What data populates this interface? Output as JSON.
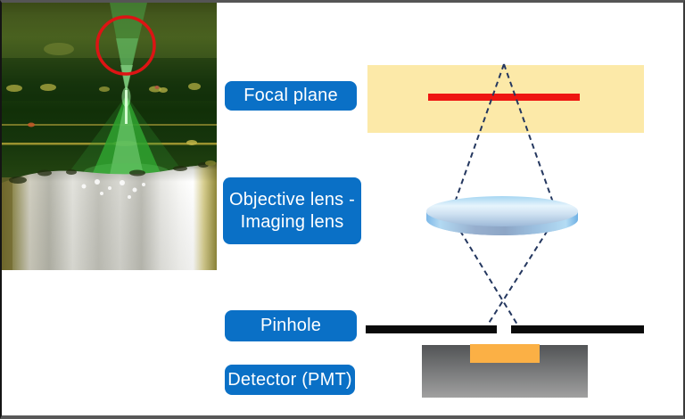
{
  "slide": {
    "description": "Confocal microscope principle: photo of focused laser beam and optical path schematic",
    "border_color": "#3a3a3a",
    "background": "#ffffff"
  },
  "photo": {
    "description": "Photograph of a green laser cone focused to a point above a polished metal cylinder",
    "highlight_circle_color": "#dd1414",
    "laser_beam_color": "#2fa22f"
  },
  "labels": {
    "focal_plane": "Focal plane",
    "objective_line1": "Objective lens -",
    "objective_line2": "Imaging lens",
    "pinhole": "Pinhole",
    "detector": "Detector (PMT)"
  },
  "colors": {
    "label_blue": "#0a70c6",
    "label_text": "#ffffff",
    "focal_band_yellow": "#fce9a8",
    "sample_line_red": "#ee1511",
    "ray_dash_navy": "#24375f",
    "lens_blue": "#9dc9ea",
    "pinhole_black": "#0a0a0a",
    "detector_gray_top": "#525456",
    "detector_gray_bottom": "#a0a0a0",
    "detector_sensor_orange": "#fbb045"
  }
}
